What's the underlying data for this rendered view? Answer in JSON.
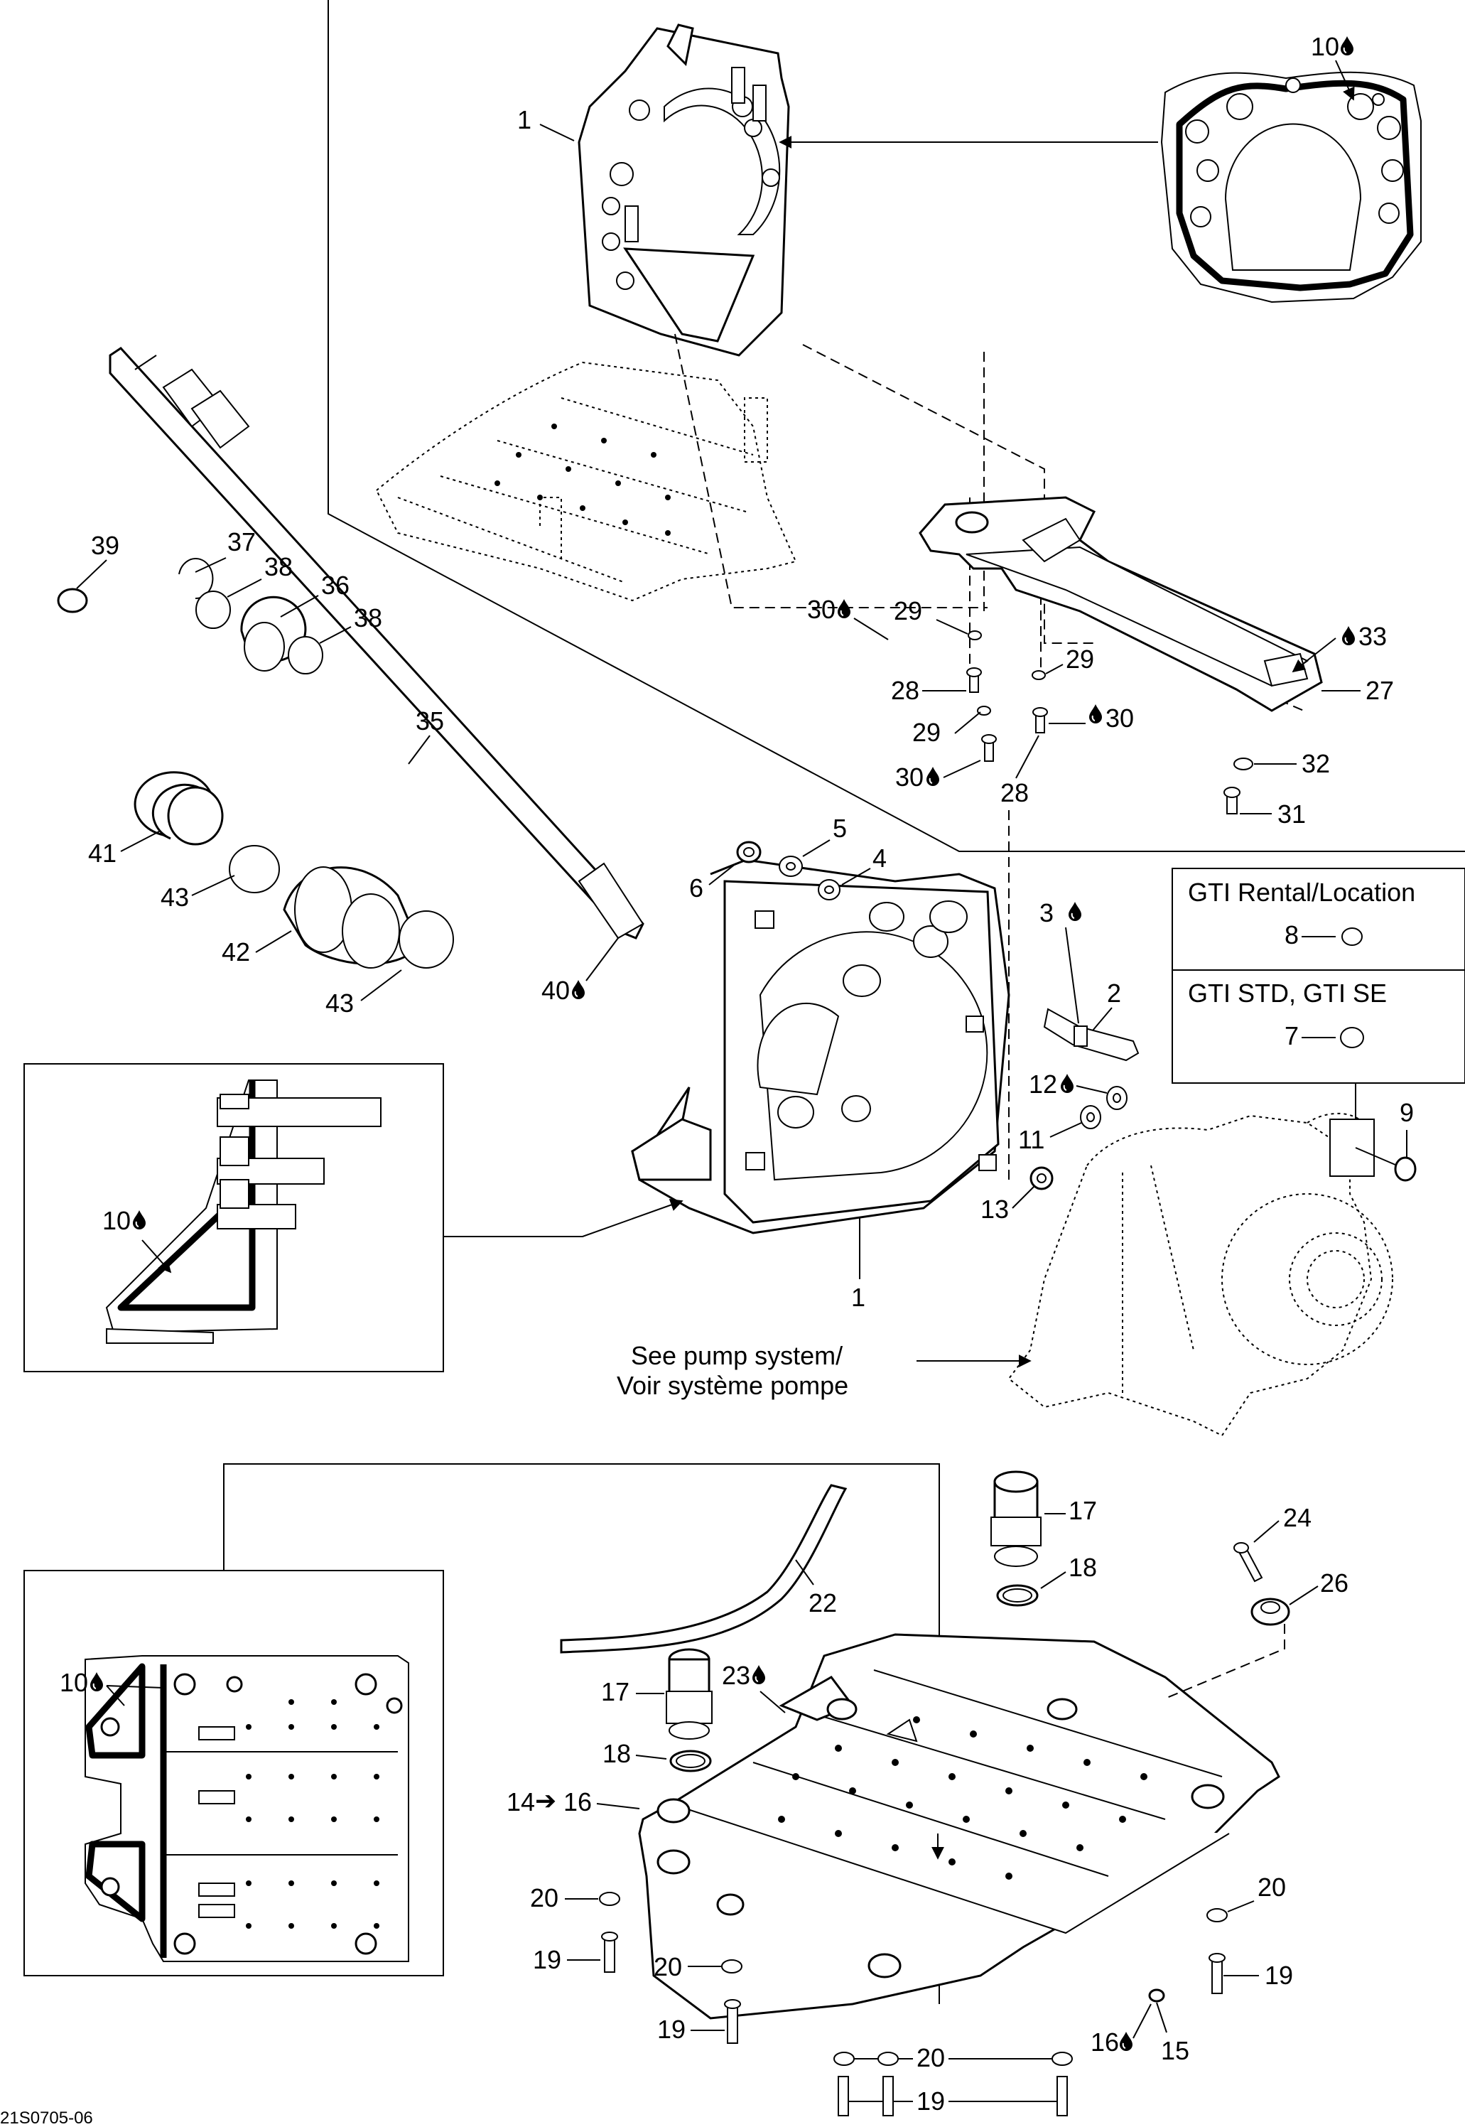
{
  "callouts": {
    "c1a": "1",
    "c1b": "1",
    "c2": "2",
    "c3": "3",
    "c4": "4",
    "c5": "5",
    "c6": "6",
    "c7": "7",
    "c8": "8",
    "c9": "9",
    "c10a": "10",
    "c10b": "10",
    "c10c": "10",
    "c11": "11",
    "c12": "12",
    "c13": "13",
    "c14": "14",
    "c15": "15",
    "c16a": "16",
    "c16b": "16",
    "c17a": "17",
    "c17b": "17",
    "c18a": "18",
    "c18b": "18",
    "c19a": "19",
    "c19b": "19",
    "c19c": "19",
    "c19d": "19",
    "c20a": "20",
    "c20b": "20",
    "c20c": "20",
    "c20d": "20",
    "c22": "22",
    "c23": "23",
    "c24": "24",
    "c26": "26",
    "c27": "27",
    "c28a": "28",
    "c28b": "28",
    "c29a": "29",
    "c29b": "29",
    "c29c": "29",
    "c30a": "30",
    "c30b": "30",
    "c30c": "30",
    "c31": "31",
    "c32": "32",
    "c33": "33",
    "c35": "35",
    "c36": "36",
    "c37": "37",
    "c38a": "38",
    "c38b": "38",
    "c39": "39",
    "c40": "40",
    "c41": "41",
    "c42": "42",
    "c43a": "43",
    "c43b": "43"
  },
  "legend": {
    "rental_title": "GTI Rental/Location",
    "std_title": "GTI STD, GTI SE"
  },
  "note": {
    "line1": "See pump system/",
    "line2": "Voir système pompe"
  },
  "figure_id": "21S0705-06",
  "icons": {
    "adhesive": "drop-icon",
    "arrow": "arrow-right-icon"
  }
}
